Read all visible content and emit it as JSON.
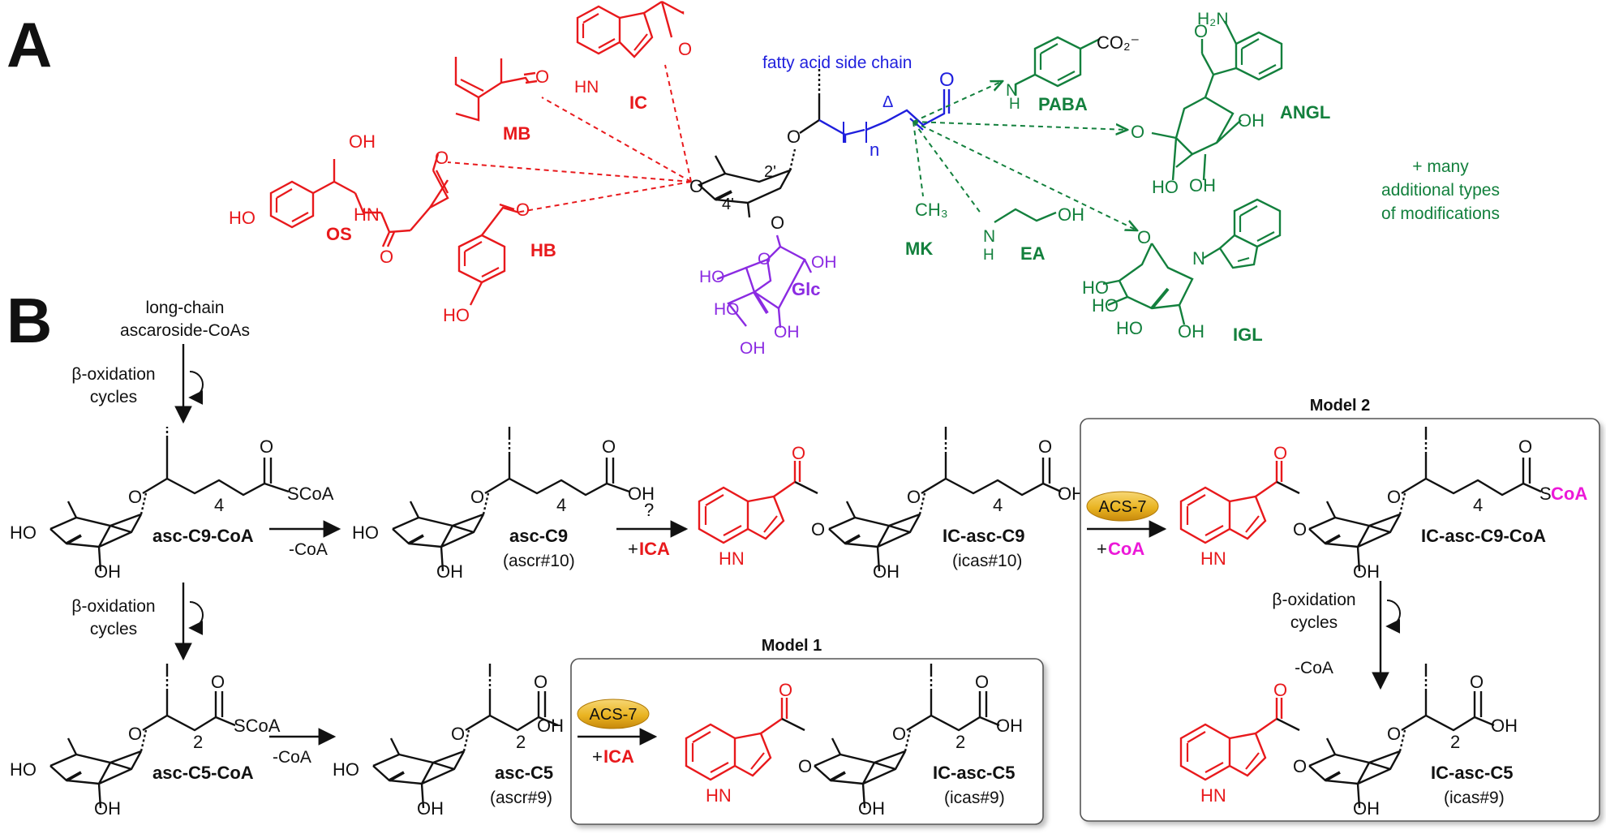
{
  "panels": {
    "a": "A",
    "b": "B"
  },
  "colors": {
    "red": "#e8191c",
    "blue": "#1f1fdd",
    "green": "#13803d",
    "purple": "#8b2be2",
    "magenta": "#ec19d8",
    "black": "#111111",
    "acs_gold": "#e9b422"
  },
  "panel_a": {
    "side_chain_label": "fatty acid side chain",
    "delta": "Δ",
    "n": "n",
    "pos4": "4'",
    "pos2": "2'",
    "red_mods": {
      "ic": "IC",
      "mb": "MB",
      "os": "OS",
      "hb": "HB"
    },
    "glc": "Glc",
    "green_mods": {
      "paba": "PABA",
      "angl": "ANGL",
      "mk": "MK",
      "ea": "EA",
      "igl": "IGL"
    },
    "note": [
      "+ many",
      "additional types",
      "of modifications"
    ],
    "atoms": {
      "o": "O",
      "oh": "OH",
      "ho": "HO",
      "hn": "HN",
      "nh": "H",
      "n": "N",
      "h2n": "H₂N",
      "co2": "CO₂⁻",
      "ch3": "CH₃",
      "h": "H"
    }
  },
  "panel_b": {
    "start_label": [
      "long-chain",
      "ascaroside-CoAs"
    ],
    "beta_ox": [
      "β-oxidation",
      "cycles"
    ],
    "minus_coa": "-CoA",
    "question": "?",
    "plus": "+",
    "ica": "ICA",
    "coa": "CoA",
    "acs7": "ACS-7",
    "model1": "Model 1",
    "model2": "Model 2",
    "compounds": {
      "asc_c9_coa": "asc-C9-CoA",
      "asc_c9": "asc-C9",
      "ascr10": "(ascr#10)",
      "ic_asc_c9": "IC-asc-C9",
      "icas10": "(icas#10)",
      "ic_asc_c9_coa": "IC-asc-C9-CoA",
      "asc_c5_coa": "asc-C5-CoA",
      "asc_c5": "asc-C5",
      "ascr9": "(ascr#9)",
      "ic_asc_c5": "IC-asc-C5",
      "icas9": "(icas#9)"
    },
    "chain": {
      "four": "4",
      "two": "2",
      "scoa": "SCoA",
      "s": "S",
      "o": "O",
      "oh": "OH",
      "ho": "HO",
      "hn": "HN"
    }
  }
}
